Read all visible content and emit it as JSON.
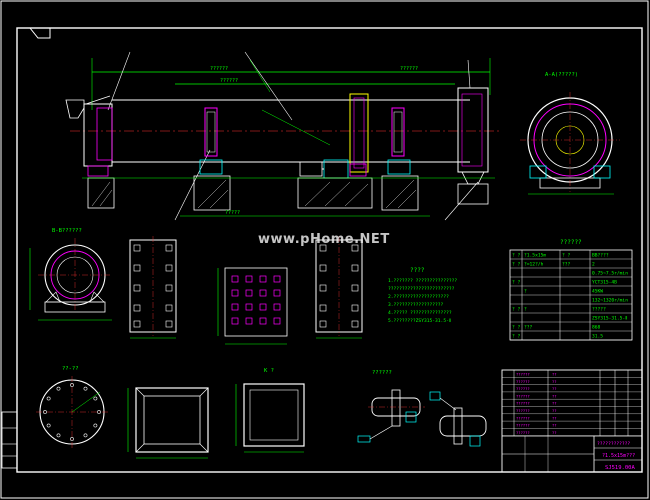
{
  "watermark": "www.pHome.NET",
  "sheet_labels": {
    "section_aa": "A-A(?????)",
    "section_bb": "B-B??????",
    "spec_heading": "??????",
    "notes_heading": "????",
    "detail_k": "K ?",
    "detail_cc": "??-??",
    "detail_ee": "??????",
    "dimension_main": "??????",
    "dim_left": "?????",
    "dim_top": "??????",
    "dim_overall": "??????"
  },
  "spec_table": [
    [
      "? ?",
      "?1.5x15m",
      "? ?",
      "BB????"
    ],
    [
      "? ?",
      "?=12?/h",
      "???",
      "2"
    ],
    [
      "",
      "",
      "",
      "0.75~7.5r/min"
    ],
    [
      "? ?",
      "",
      "",
      "YCT315-4B"
    ],
    [
      "",
      "?",
      "",
      "45KW"
    ],
    [
      "",
      "",
      "",
      "132~1320r/min"
    ],
    [
      "? ?",
      "?",
      "",
      "?????"
    ],
    [
      "",
      "",
      "",
      "ZSY315-31.5-Ⅱ"
    ],
    [
      "? ?",
      "???",
      "",
      "868"
    ],
    [
      "? ?",
      "",
      "",
      "31.5"
    ]
  ],
  "notes": [
    "1.??????? ???????????????",
    "????????????????????????",
    "2.????????????????????",
    "3.??????????????????",
    "4.????? ???????????????",
    "5.????????ZSY315-31.5-Ⅱ"
  ],
  "title_block": {
    "product": "?1.5x15m???",
    "drawing_no": "SJ519.00A",
    "designer_row": "????????????"
  },
  "parts_list_rows": [
    [
      "??????",
      "??"
    ],
    [
      "??????",
      "??"
    ],
    [
      "??????",
      "??"
    ],
    [
      "??????",
      "??"
    ],
    [
      "??????",
      "??"
    ],
    [
      "??????",
      "??"
    ],
    [
      "??????",
      "??"
    ],
    [
      "??????",
      "??"
    ],
    [
      "??????",
      "??"
    ]
  ],
  "colors": {
    "background": "#000000",
    "main_line": "#ffffff",
    "geometry": "#ff00ff",
    "center_line": "#ff3030",
    "dimension": "#00ff00",
    "hidden": "#ffff00",
    "cyan": "#00ffff",
    "text": "#00ff00"
  }
}
